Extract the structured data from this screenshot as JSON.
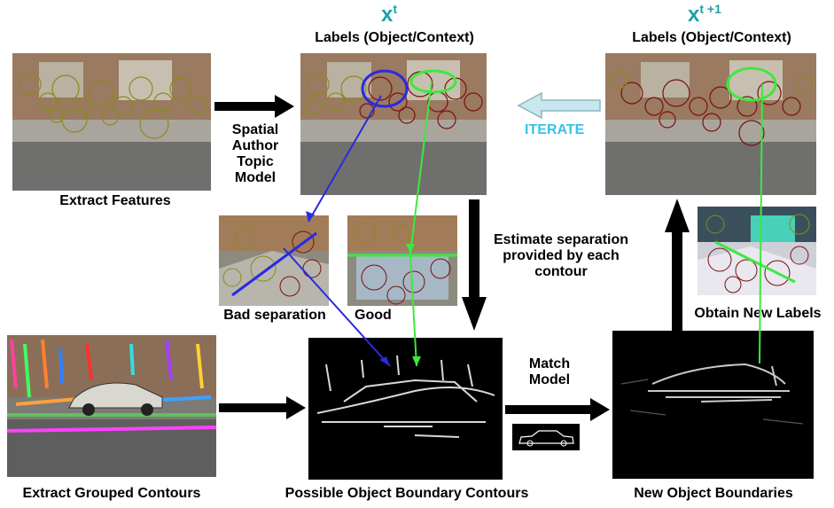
{
  "panels": {
    "extract_features": "Extract Features",
    "labels_t_title": "Labels (Object/Context)",
    "labels_t1_title": "Labels (Object/Context)",
    "extract_grouped_contours": "Extract Grouped Contours",
    "possible_boundaries": "Possible Object Boundary Contours",
    "new_boundaries": "New Object Boundaries",
    "bad_separation": "Bad separation",
    "good": "Good",
    "obtain_new_labels": "Obtain New Labels"
  },
  "variables": {
    "xt_base": "x",
    "xt_sup": "t",
    "xt1_base": "x",
    "xt1_sup": "t +1"
  },
  "arrows": {
    "spatial_model_lines": [
      "Spatial",
      "Author",
      "Topic",
      "Model"
    ],
    "iterate": "ITERATE",
    "estimate_lines": [
      "Estimate separation",
      "provided by each",
      "contour"
    ],
    "match_model_lines": [
      "Match",
      "Model"
    ]
  },
  "colors": {
    "variable": "#1fa0a8",
    "iterate": "#35c3e8",
    "green_link": "#3ee83e",
    "blue_link": "#2a2ae0",
    "object_circle": "#7a1010",
    "context_circle": "#8a8a20"
  }
}
